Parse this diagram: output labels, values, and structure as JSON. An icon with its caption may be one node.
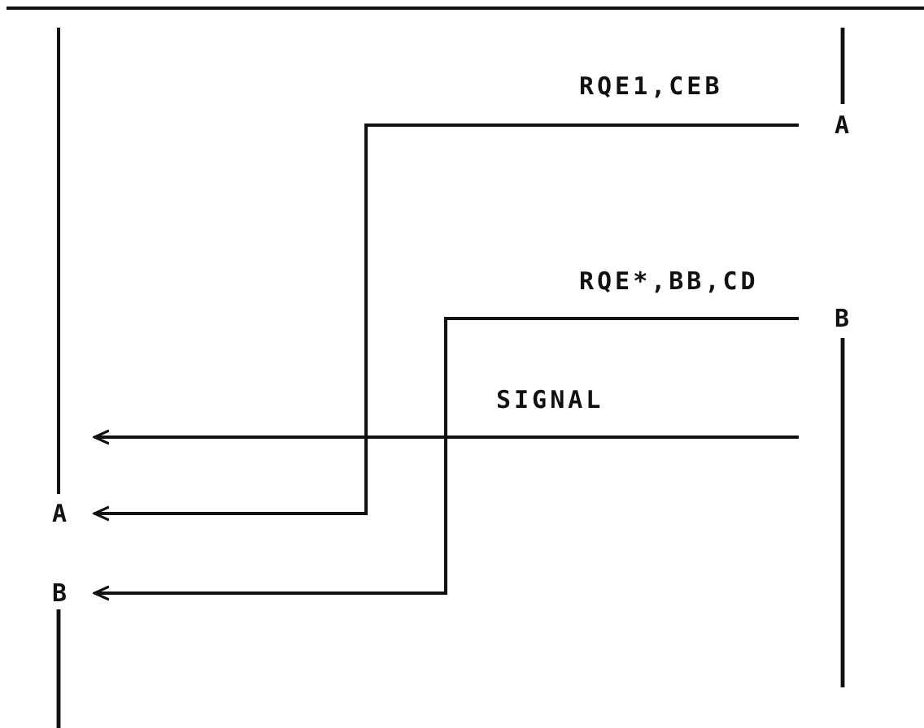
{
  "diagram": {
    "nodes": [
      {
        "text": [
          "A"
        ]
      },
      {
        "text": [
          "B"
        ]
      },
      {
        "text": [
          "A"
        ]
      },
      {
        "text": [
          "B"
        ]
      },
      {
        "text": [],
        "shape": "bar"
      }
    ],
    "edges": [
      {
        "from": 0,
        "to": 2,
        "arrow": "to",
        "label": "RQE1,CEB"
      },
      {
        "from": 1,
        "to": 3,
        "arrow": "to",
        "label": "RQE*,BB,CD"
      },
      {
        "from": null,
        "to": 4,
        "arrow": "to",
        "label": "SIGNAL"
      }
    ]
  }
}
